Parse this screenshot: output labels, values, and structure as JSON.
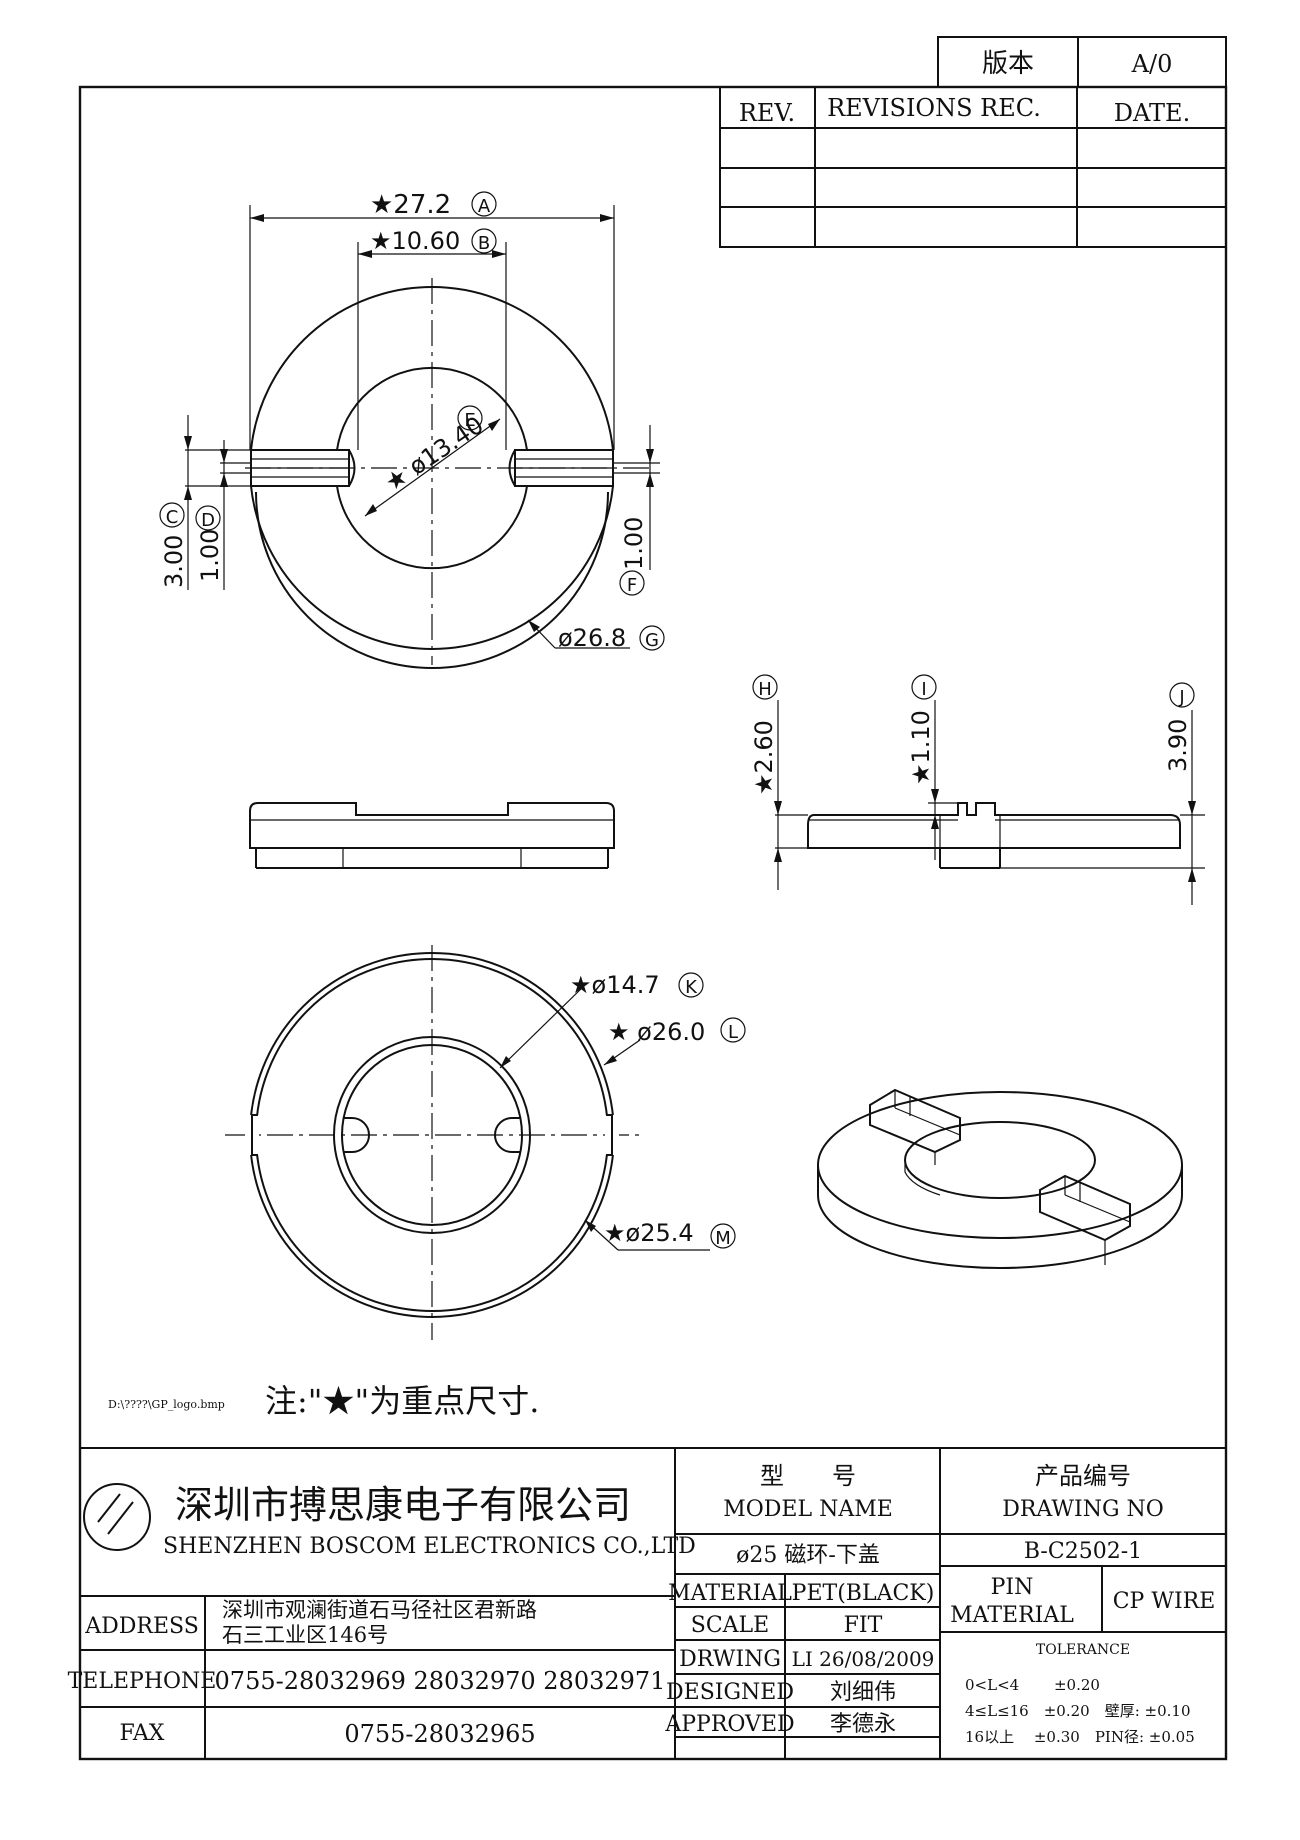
{
  "version_box": {
    "label": "版本",
    "value": "A/0"
  },
  "revision_table": {
    "headers": {
      "rev": "REV.",
      "record": "REVISIONS REC.",
      "date": "DATE."
    },
    "rows": [
      [
        "",
        "",
        ""
      ],
      [
        "",
        "",
        ""
      ],
      [
        "",
        "",
        ""
      ]
    ]
  },
  "dimensions": {
    "A": {
      "text": "★27.2",
      "mark": "A"
    },
    "B": {
      "text": "★10.60",
      "mark": "B"
    },
    "C": {
      "text": "3.00",
      "mark": "C"
    },
    "D": {
      "text": "1.00",
      "mark": "D"
    },
    "E": {
      "text": "★ ø13.40",
      "mark": "E"
    },
    "F": {
      "text": "1.00",
      "mark": "F"
    },
    "G": {
      "text": "ø26.8",
      "mark": "G"
    },
    "H": {
      "text": "★2.60",
      "mark": "H"
    },
    "I": {
      "text": "★1.10",
      "mark": "I"
    },
    "J": {
      "text": "3.90",
      "mark": "J"
    },
    "K": {
      "text": "★ø14.7",
      "mark": "K"
    },
    "L": {
      "text": "★ ø26.0",
      "mark": "L"
    },
    "M": {
      "text": "★ø25.4",
      "mark": "M"
    }
  },
  "logo_path": "D:\\????\\GP_logo.bmp",
  "note": "注:\"★\"为重点尺寸.",
  "company": {
    "name_cn": "深圳市搏思康电子有限公司",
    "name_en": "SHENZHEN BOSCOM ELECTRONICS CO.,LTD"
  },
  "model": {
    "label_cn": "型　　号",
    "label_en": "MODEL NAME",
    "value": "ø25 磁环-下盖"
  },
  "drawing_no": {
    "label_cn": "产品编号",
    "label_en": "DRAWING NO",
    "value": "B-C2502-1"
  },
  "address": {
    "label": "ADDRESS",
    "line1": "深圳市观澜街道石马径社区君新路",
    "line2": "石三工业区146号"
  },
  "telephone": {
    "label": "TELEPHONE",
    "value": "0755-28032969 28032970 28032971"
  },
  "fax": {
    "label": "FAX",
    "value": "0755-28032965"
  },
  "material": {
    "label": "MATERIAL",
    "value": "PET(BLACK)"
  },
  "scale": {
    "label": "SCALE",
    "value": "FIT"
  },
  "drwing": {
    "label": "DRWING",
    "value": "LI 26/08/2009"
  },
  "designed": {
    "label": "DESIGNED",
    "value": "刘细伟"
  },
  "approved": {
    "label": "APPROVED",
    "value": "李德永"
  },
  "pin_material": {
    "label1": "PIN",
    "label2": "MATERIAL",
    "value": "CP WIRE"
  },
  "tolerance": {
    "title": "TOLERANCE",
    "row1": "0<L<4　　 ±0.20",
    "row2": "4≤L≤16　±0.20　壁厚: ±0.10",
    "row3": "16以上　 ±0.30　PIN径: ±0.05"
  }
}
